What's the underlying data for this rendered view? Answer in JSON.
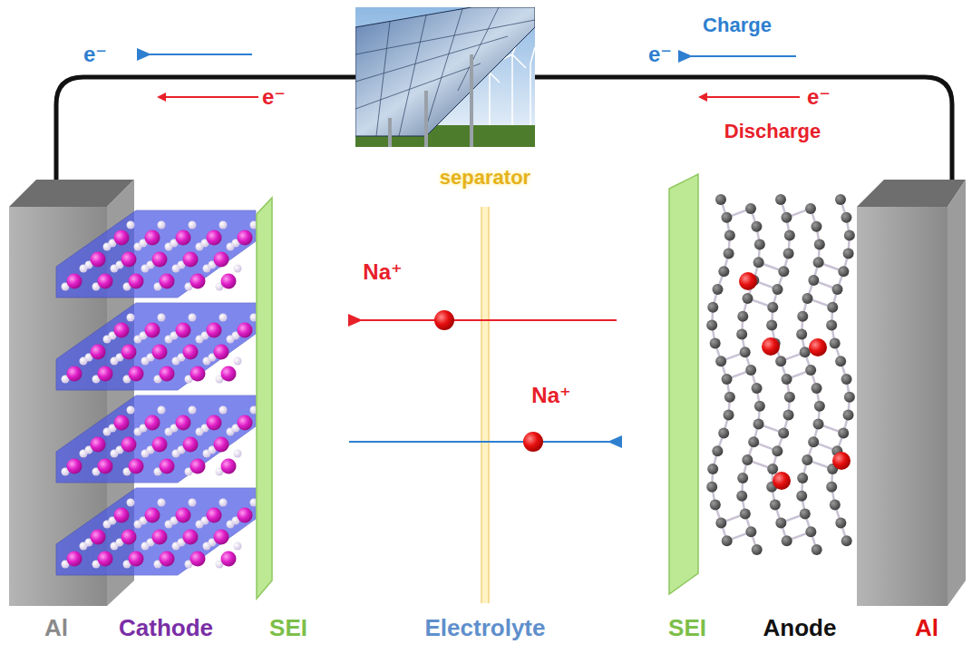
{
  "diagram": {
    "labels": [
      "e⁻",
      "Charge",
      "e⁻",
      "e⁻",
      "e⁻",
      "Discharge",
      "separator",
      "Na⁺",
      "Na⁺",
      "Al",
      "Cathode",
      "SEI",
      "Electrolyte",
      "SEI",
      "Anode",
      "Al"
    ]
  }
}
